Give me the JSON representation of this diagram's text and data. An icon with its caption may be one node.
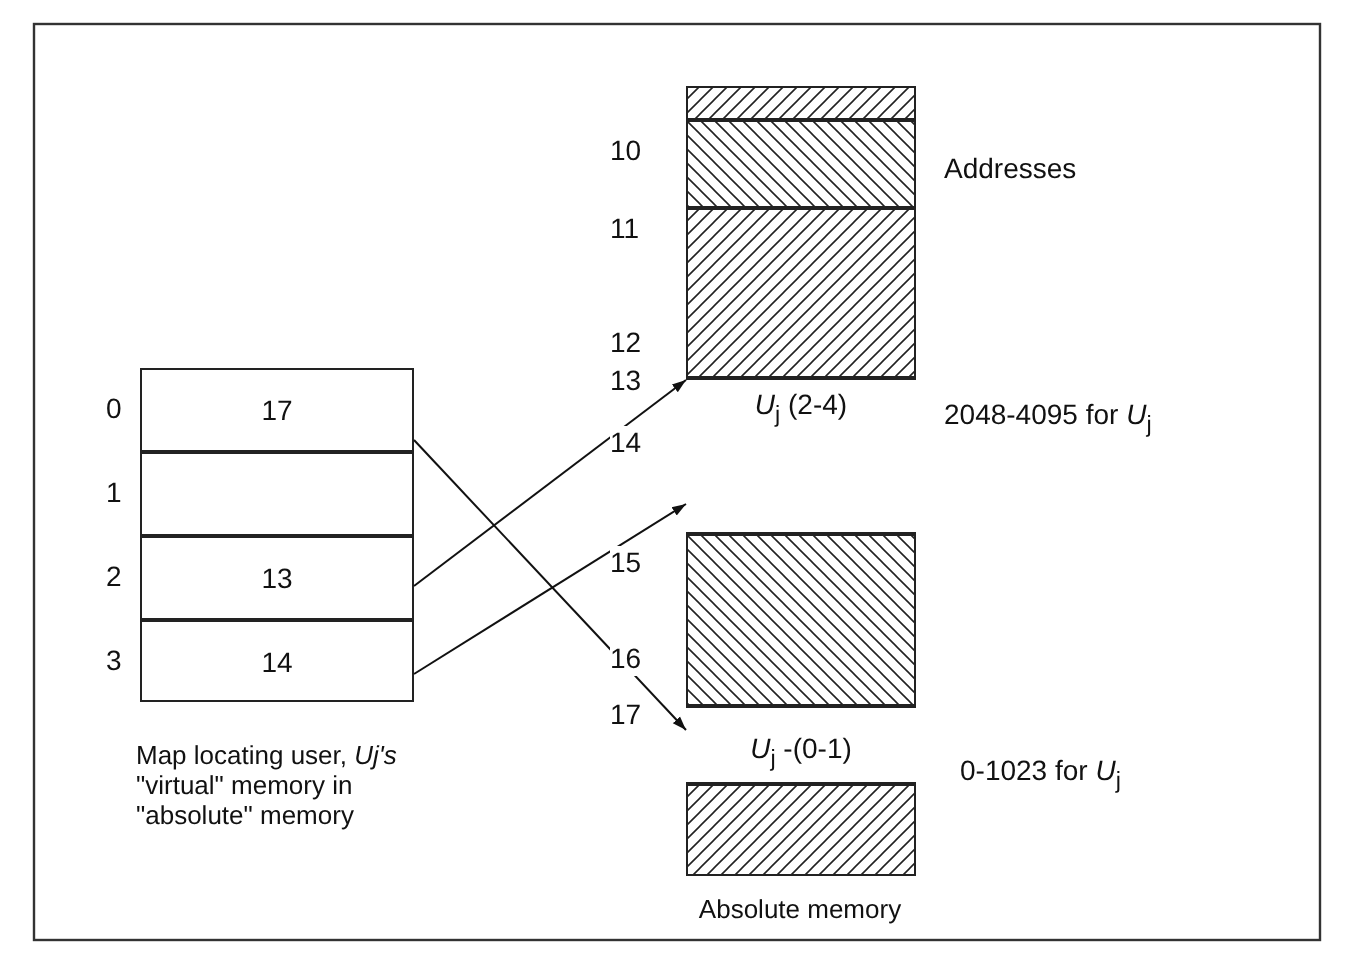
{
  "diagram": {
    "nodes": [
      {
        "text": [
          "Absolute memory"
        ]
      },
      {
        "text": [],
        "shape": "bar",
        "in": 0
      },
      {
        "text": [],
        "shape": "bar",
        "in": 0
      },
      {
        "text": [],
        "shape": "bar",
        "in": 0
      },
      {
        "text": [
          "*U*$_{j}$ (2-4)"
        ],
        "in": 0,
        "beside": [
          "2048-4095 for *U*$_{j}$"
        ]
      },
      {
        "text": [],
        "shape": "bar",
        "in": 0
      },
      {
        "text": [
          "*U*$_{j}$ -(0-1)"
        ],
        "in": 0,
        "beside": [
          "0-1023 for *U*$_{j}$"
        ]
      },
      {
        "text": [],
        "shape": "bar",
        "in": 0
      },
      {
        "text": [
          "Map locating user, *Uj's* \"virtual\" memory in \"absolute\" memory"
        ]
      },
      {
        "text": [
          "17"
        ],
        "in": 8,
        "beside": [
          "0"
        ]
      },
      {
        "text": [],
        "shape": "box",
        "in": 8,
        "beside": [
          "1"
        ]
      },
      {
        "text": [
          "13"
        ],
        "in": 8,
        "beside": [
          "2"
        ]
      },
      {
        "text": [
          "14"
        ],
        "in": 8,
        "beside": [
          "3"
        ]
      }
    ],
    "edges": [
      {
        "from": 11,
        "to": 4,
        "arrow": "to"
      },
      {
        "from": 12,
        "to": 4,
        "arrow": "to"
      },
      {
        "from": 9,
        "to": 6,
        "arrow": "to"
      }
    ],
    "labels": [
      "10",
      "Addresses",
      "11",
      "12",
      "13",
      "14",
      "15",
      "16",
      "17"
    ]
  }
}
